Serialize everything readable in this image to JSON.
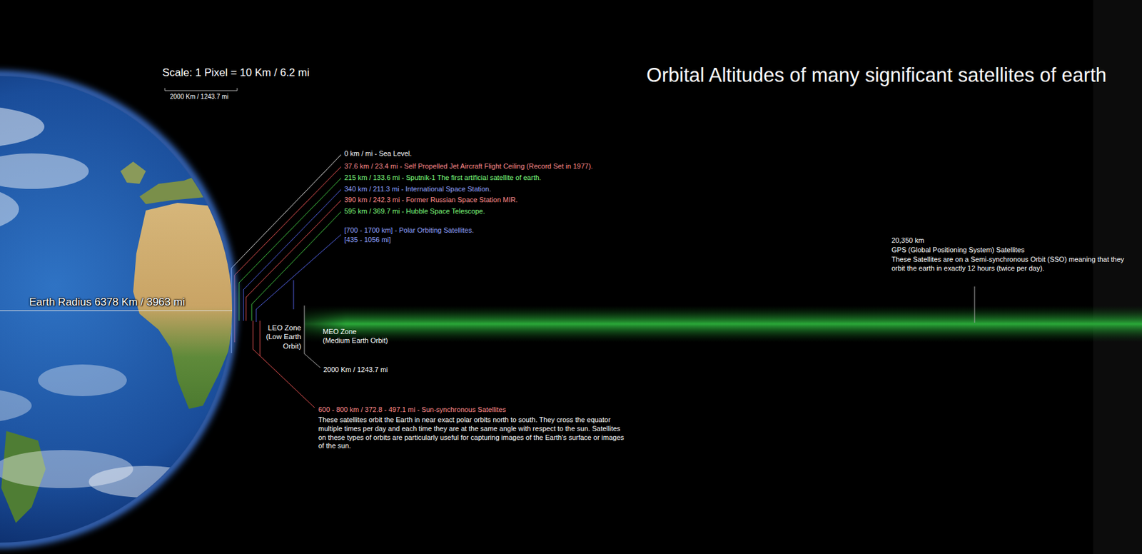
{
  "diagram": {
    "title": "Orbital Altitudes of many significant satellites of earth",
    "nodes": [
      {
        "text": [
          "Earth Radius 6378 Km / 3963 mi"
        ]
      }
    ],
    "labels": [
      "Scale: 1 Pixel = 10 Km / 6.2 mi",
      "2000 Km / 1243.7 mi",
      "0 km / mi - Sea Level.",
      "37.6 km / 23.4 mi - Self Propelled Jet Aircraft Flight Ceiling (Record Set in 1977).",
      "215 km / 133.6 mi - Sputnik-1 The first artificial satellite of earth.",
      "340 km / 211.3 mi - International Space Station.",
      "390 km / 242.3 mi - Former Russian Space Station MIR.",
      "595 km / 369.7 mi - Hubble Space Telescope.",
      "[700 - 1700 km] - Polar Orbiting Satellites.",
      "[435 - 1056 mi]",
      "20,350 km",
      "GPS (Global Positioning System) Satellites",
      "These Satellites are on a Semi-synchronous Orbit (SSO) meaning that they orbit the earth in exactly 12 hours (twice per day).",
      "LEO Zone (Low Earth Orbit)",
      "MEO Zone",
      "(Medium Earth Orbit)",
      "2000 Km / 1243.7 mi",
      "600 - 800 km / 372.8 - 497.1 mi - Sun-synchronous Satellites",
      "These satellites orbit the Earth in near exact polar orbits north to south. They cross the equator multiple times per day and each time they are at the same angle with respect to the sun. Satellites on these types of orbits are particularly useful for capturing images of the Earth's surface or images of the sun."
    ]
  }
}
